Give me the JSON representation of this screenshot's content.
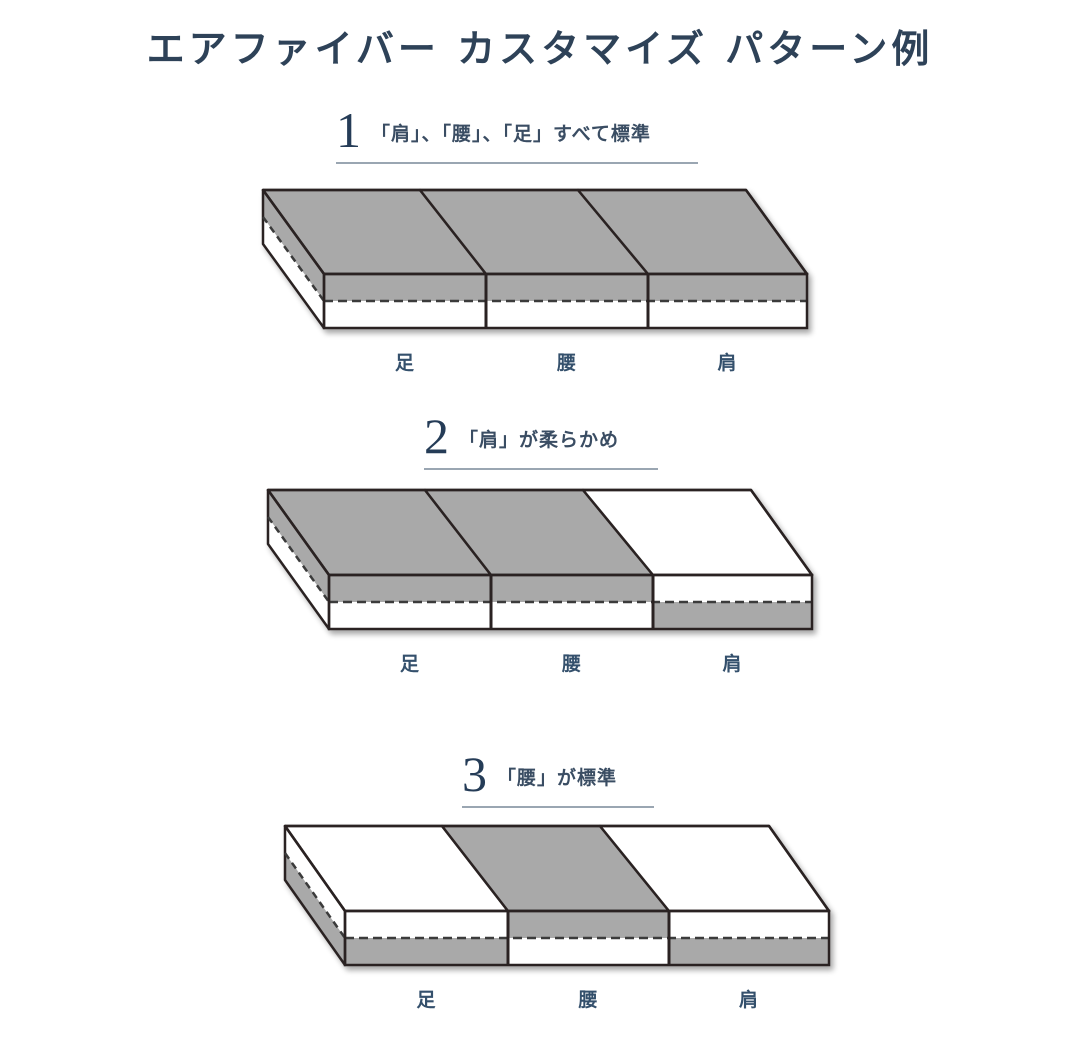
{
  "title": "エアファイバー カスタマイズ パターン例",
  "colors": {
    "firm": "#a9a9a9",
    "soft": "#ffffff",
    "outline": "#2a2322",
    "text": "#2e4258",
    "rule": "#9aa6b2"
  },
  "patterns": [
    {
      "number": "1",
      "caption": "「肩」、「腰」、「足」すべて標準",
      "zones": [
        {
          "label": "足",
          "top": "firm",
          "bottom": "soft"
        },
        {
          "label": "腰",
          "top": "firm",
          "bottom": "soft"
        },
        {
          "label": "肩",
          "top": "firm",
          "bottom": "soft"
        }
      ]
    },
    {
      "number": "2",
      "caption": "「肩」が柔らかめ",
      "zones": [
        {
          "label": "足",
          "top": "firm",
          "bottom": "soft"
        },
        {
          "label": "腰",
          "top": "firm",
          "bottom": "soft"
        },
        {
          "label": "肩",
          "top": "soft",
          "bottom": "firm"
        }
      ]
    },
    {
      "number": "3",
      "caption": "「腰」が標準",
      "zones": [
        {
          "label": "足",
          "top": "soft",
          "bottom": "firm"
        },
        {
          "label": "腰",
          "top": "firm",
          "bottom": "soft"
        },
        {
          "label": "肩",
          "top": "soft",
          "bottom": "firm"
        }
      ]
    }
  ]
}
